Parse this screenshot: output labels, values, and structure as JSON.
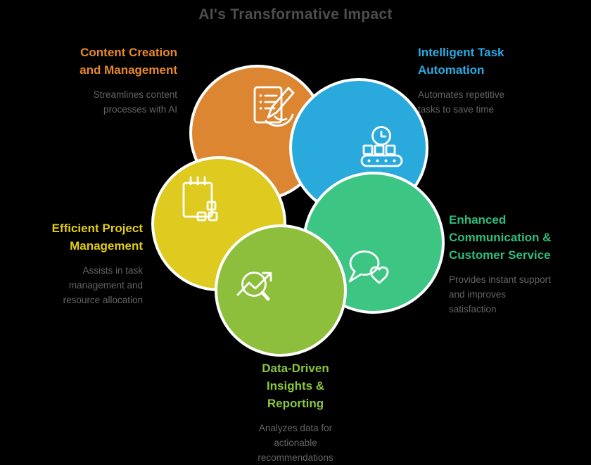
{
  "title": "AI's Transformative Impact",
  "title_color": "#4D4D4F",
  "description_color": "#636466",
  "background_color": "#000000",
  "outline_color": "#FFFFFF",
  "segments": [
    {
      "id": "content-creation",
      "position": "top-left",
      "heading": "Content Creation\nand Management",
      "heading_color": "#E8892B",
      "description": "Streamlines content\nprocesses with AI",
      "color": "#DC8631",
      "icon": "document-pen-icon"
    },
    {
      "id": "task-automation",
      "position": "top-right",
      "heading": "Intelligent Task\nAutomation",
      "heading_color": "#29ABE2",
      "description": "Automates repetitive\ntasks to save time",
      "color": "#29A9DC",
      "icon": "clock-conveyor-icon"
    },
    {
      "id": "communication",
      "position": "right",
      "heading": "Enhanced\nCommunication &\nCustomer Service",
      "heading_color": "#2EBD7F",
      "description": "Provides instant support\nand improves\nsatisfaction",
      "color": "#3DC583",
      "icon": "chat-heart-icon"
    },
    {
      "id": "insights",
      "position": "bottom",
      "heading": "Data-Driven\nInsights &\nReporting",
      "heading_color": "#8CC63F",
      "description": "Analyzes data for\nactionable\nrecommendations",
      "color": "#8DBF3C",
      "icon": "search-trend-icon"
    },
    {
      "id": "project-management",
      "position": "left",
      "heading": "Efficient Project\nManagement",
      "heading_color": "#E2CD15",
      "description": "Assists in task\nmanagement and\nresource allocation",
      "color": "#DFCA1F",
      "icon": "notepad-tasks-icon"
    }
  ]
}
